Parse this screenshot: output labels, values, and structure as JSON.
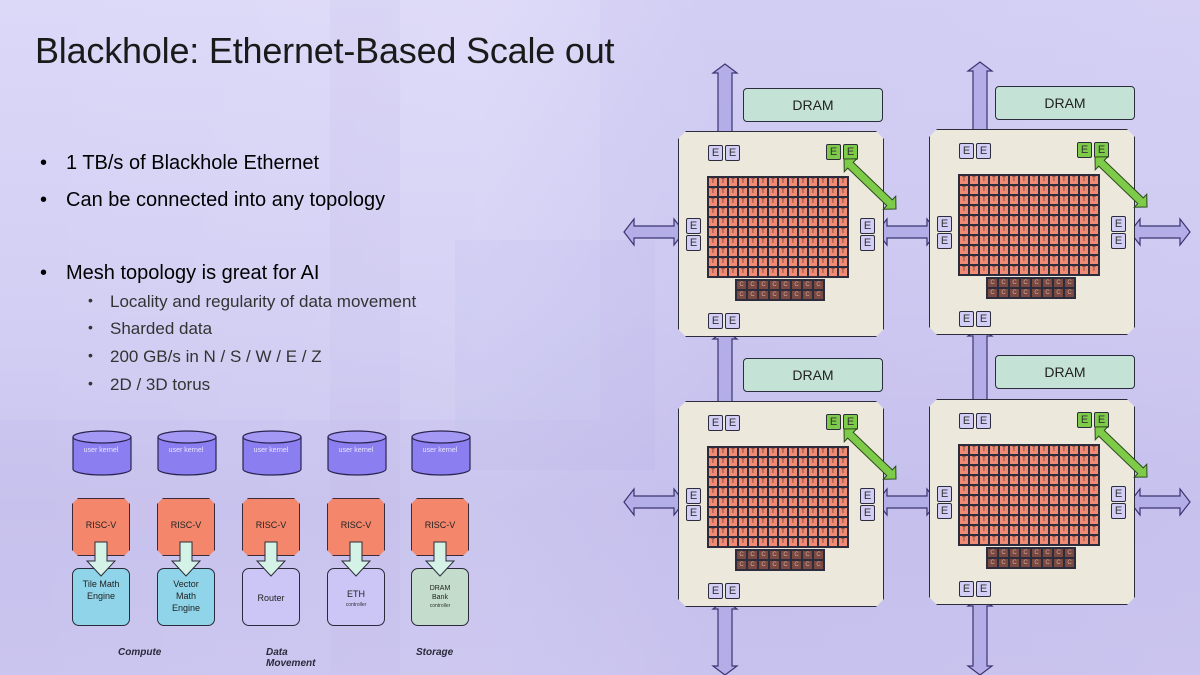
{
  "slide": {
    "title": "Blackhole: Ethernet-Based Scale out",
    "bullets": [
      {
        "text": "1 TB/s of Blackhole Ethernet",
        "level": 1
      },
      {
        "text": "Can be connected into any topology",
        "level": 1
      },
      {
        "text": "Mesh topology is great for AI",
        "level": 1
      },
      {
        "text": "Locality and regularity of data movement",
        "level": 2
      },
      {
        "text": "Sharded data",
        "level": 2
      },
      {
        "text": "200 GB/s in N / S / W / E / Z",
        "level": 2
      },
      {
        "text": "2D / 3D torus",
        "level": 2
      }
    ],
    "bullet_glyph": "•"
  },
  "kernel_diagram": {
    "columns": [
      {
        "kernel": "user kernel",
        "processor": "RISC-V",
        "engine": "Tile Math Engine",
        "engine_sub": "",
        "engine_color": "#8fd4e8"
      },
      {
        "kernel": "user kernel",
        "processor": "RISC-V",
        "engine": "Vector Math Engine",
        "engine_sub": "",
        "engine_color": "#8fd4e8"
      },
      {
        "kernel": "user kernel",
        "processor": "RISC-V",
        "engine": "Router",
        "engine_sub": "",
        "engine_color": "#cbc6f6"
      },
      {
        "kernel": "user kernel",
        "processor": "RISC-V",
        "engine": "ETH",
        "engine_sub": "controller",
        "engine_color": "#cbc6f6"
      },
      {
        "kernel": "user kernel",
        "processor": "RISC-V",
        "engine": "DRAM Bank",
        "engine_sub": "controller",
        "engine_color": "#c3dccb"
      }
    ],
    "categories": [
      "Compute",
      "Data Movement",
      "Storage"
    ],
    "colors": {
      "kernel": "#8b7ef0",
      "processor": "#f4876b",
      "arrow": "#d5f2e6"
    }
  },
  "chip_diagram": {
    "chips": [
      {
        "id": "top-left",
        "dram_label": "DRAM"
      },
      {
        "id": "top-right",
        "dram_label": "DRAM"
      },
      {
        "id": "bottom-left",
        "dram_label": "DRAM"
      },
      {
        "id": "bottom-right",
        "dram_label": "DRAM"
      }
    ],
    "ethernet_label": "E",
    "tensix_label": "T",
    "cpu_label": "C",
    "tensix_grid": {
      "cols": 14,
      "rows": 10
    },
    "cpu_grid": {
      "cols": 8,
      "rows": 2
    },
    "colors": {
      "chip": "#ece8dc",
      "dram": "#c5e2d7",
      "ethernet": "#d2cef6",
      "ethernet_dram_link": "#7ecb4a",
      "tensix": "#f08c76",
      "cpu": "#7a4a42",
      "link_arrow": "#b4aee8"
    }
  }
}
